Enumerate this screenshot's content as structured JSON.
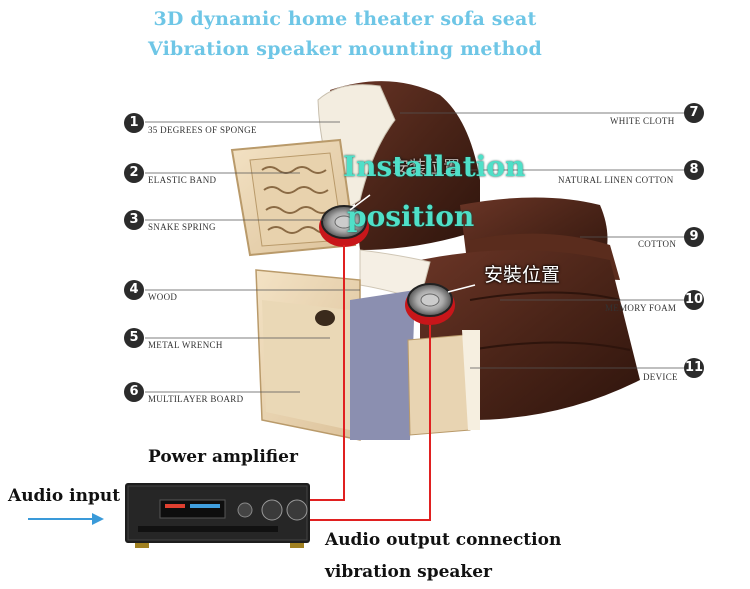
{
  "title": {
    "line1": "3D dynamic home theater sofa seat",
    "line2": "Vibration speaker mounting method"
  },
  "left_labels": [
    {
      "num": "1",
      "text": "35 DEGREES OF SPONGE"
    },
    {
      "num": "2",
      "text": "ELASTIC BAND"
    },
    {
      "num": "3",
      "text": "SNAKE SPRING"
    },
    {
      "num": "4",
      "text": "WOOD"
    },
    {
      "num": "5",
      "text": "METAL WRENCH"
    },
    {
      "num": "6",
      "text": "MULTILAYER BOARD"
    }
  ],
  "right_labels": [
    {
      "num": "7",
      "text": "WHITE CLOTH"
    },
    {
      "num": "8",
      "text": "NATURAL LINEN COTTON"
    },
    {
      "num": "9",
      "text": "COTTON"
    },
    {
      "num": "10",
      "text": "MEMORY FOAM"
    },
    {
      "num": "11",
      "text": "DEVICE"
    }
  ],
  "installation": {
    "line1": "Installation",
    "line2": "position",
    "cjk_behind": "安装位置",
    "cjk": "安裝位置"
  },
  "power_amplifier": "Power amplifier",
  "audio_input": "Audio input",
  "audio_output": {
    "line1": "Audio output connection",
    "line2": "vibration speaker"
  },
  "colors": {
    "title": "#6ec6e6",
    "installation": "#4fe0c8",
    "wire": "#e02020",
    "arrow": "#3a9ad9",
    "leather": "#4a2418"
  }
}
